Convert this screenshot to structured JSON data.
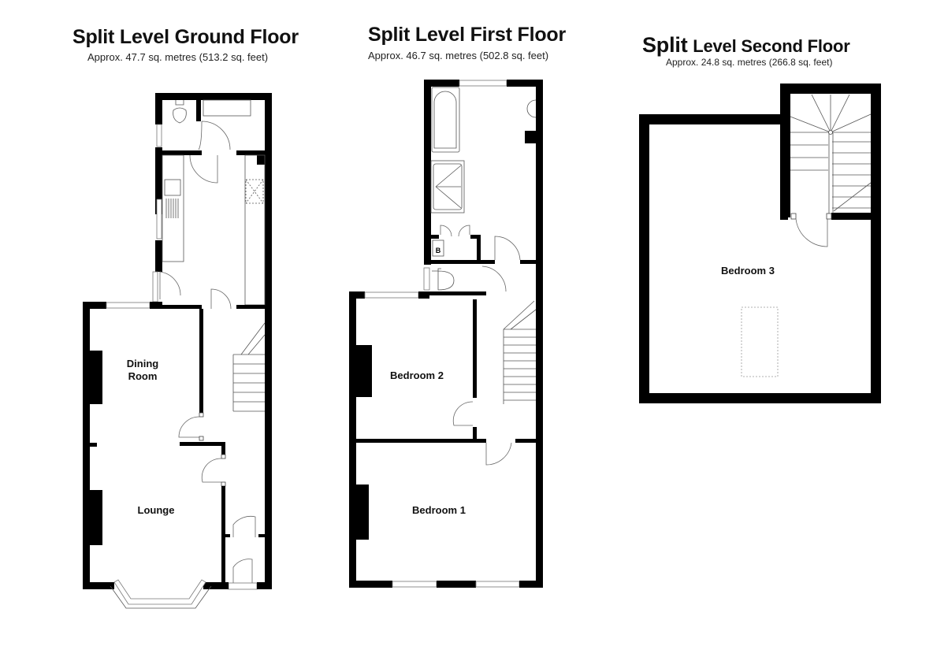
{
  "floors": [
    {
      "id": "ground",
      "title": "Split Level Ground Floor",
      "area": "Approx. 47.7 sq. metres (513.2 sq. feet)",
      "rooms": [
        "Dining Room",
        "Lounge"
      ],
      "room_labels": {
        "dining_line1": "Dining",
        "dining_line2": "Room",
        "lounge": "Lounge"
      }
    },
    {
      "id": "first",
      "title": "Split Level First Floor",
      "area": "Approx. 46.7 sq. metres (502.8 sq. feet)",
      "rooms": [
        "Bedroom 2",
        "Bedroom 1"
      ],
      "room_labels": {
        "bedroom2": "Bedroom 2",
        "bedroom1": "Bedroom 1",
        "boiler": "B"
      }
    },
    {
      "id": "second",
      "title_part1": "Split",
      "title_part2": "Level Second Floor",
      "area": "Approx. 24.8 sq. metres (266.8 sq. feet)",
      "rooms": [
        "Bedroom 3"
      ],
      "room_labels": {
        "bedroom3": "Bedroom 3"
      }
    }
  ],
  "colors": {
    "wall": "#000000",
    "background": "#ffffff",
    "fixture_line": "#555555"
  }
}
